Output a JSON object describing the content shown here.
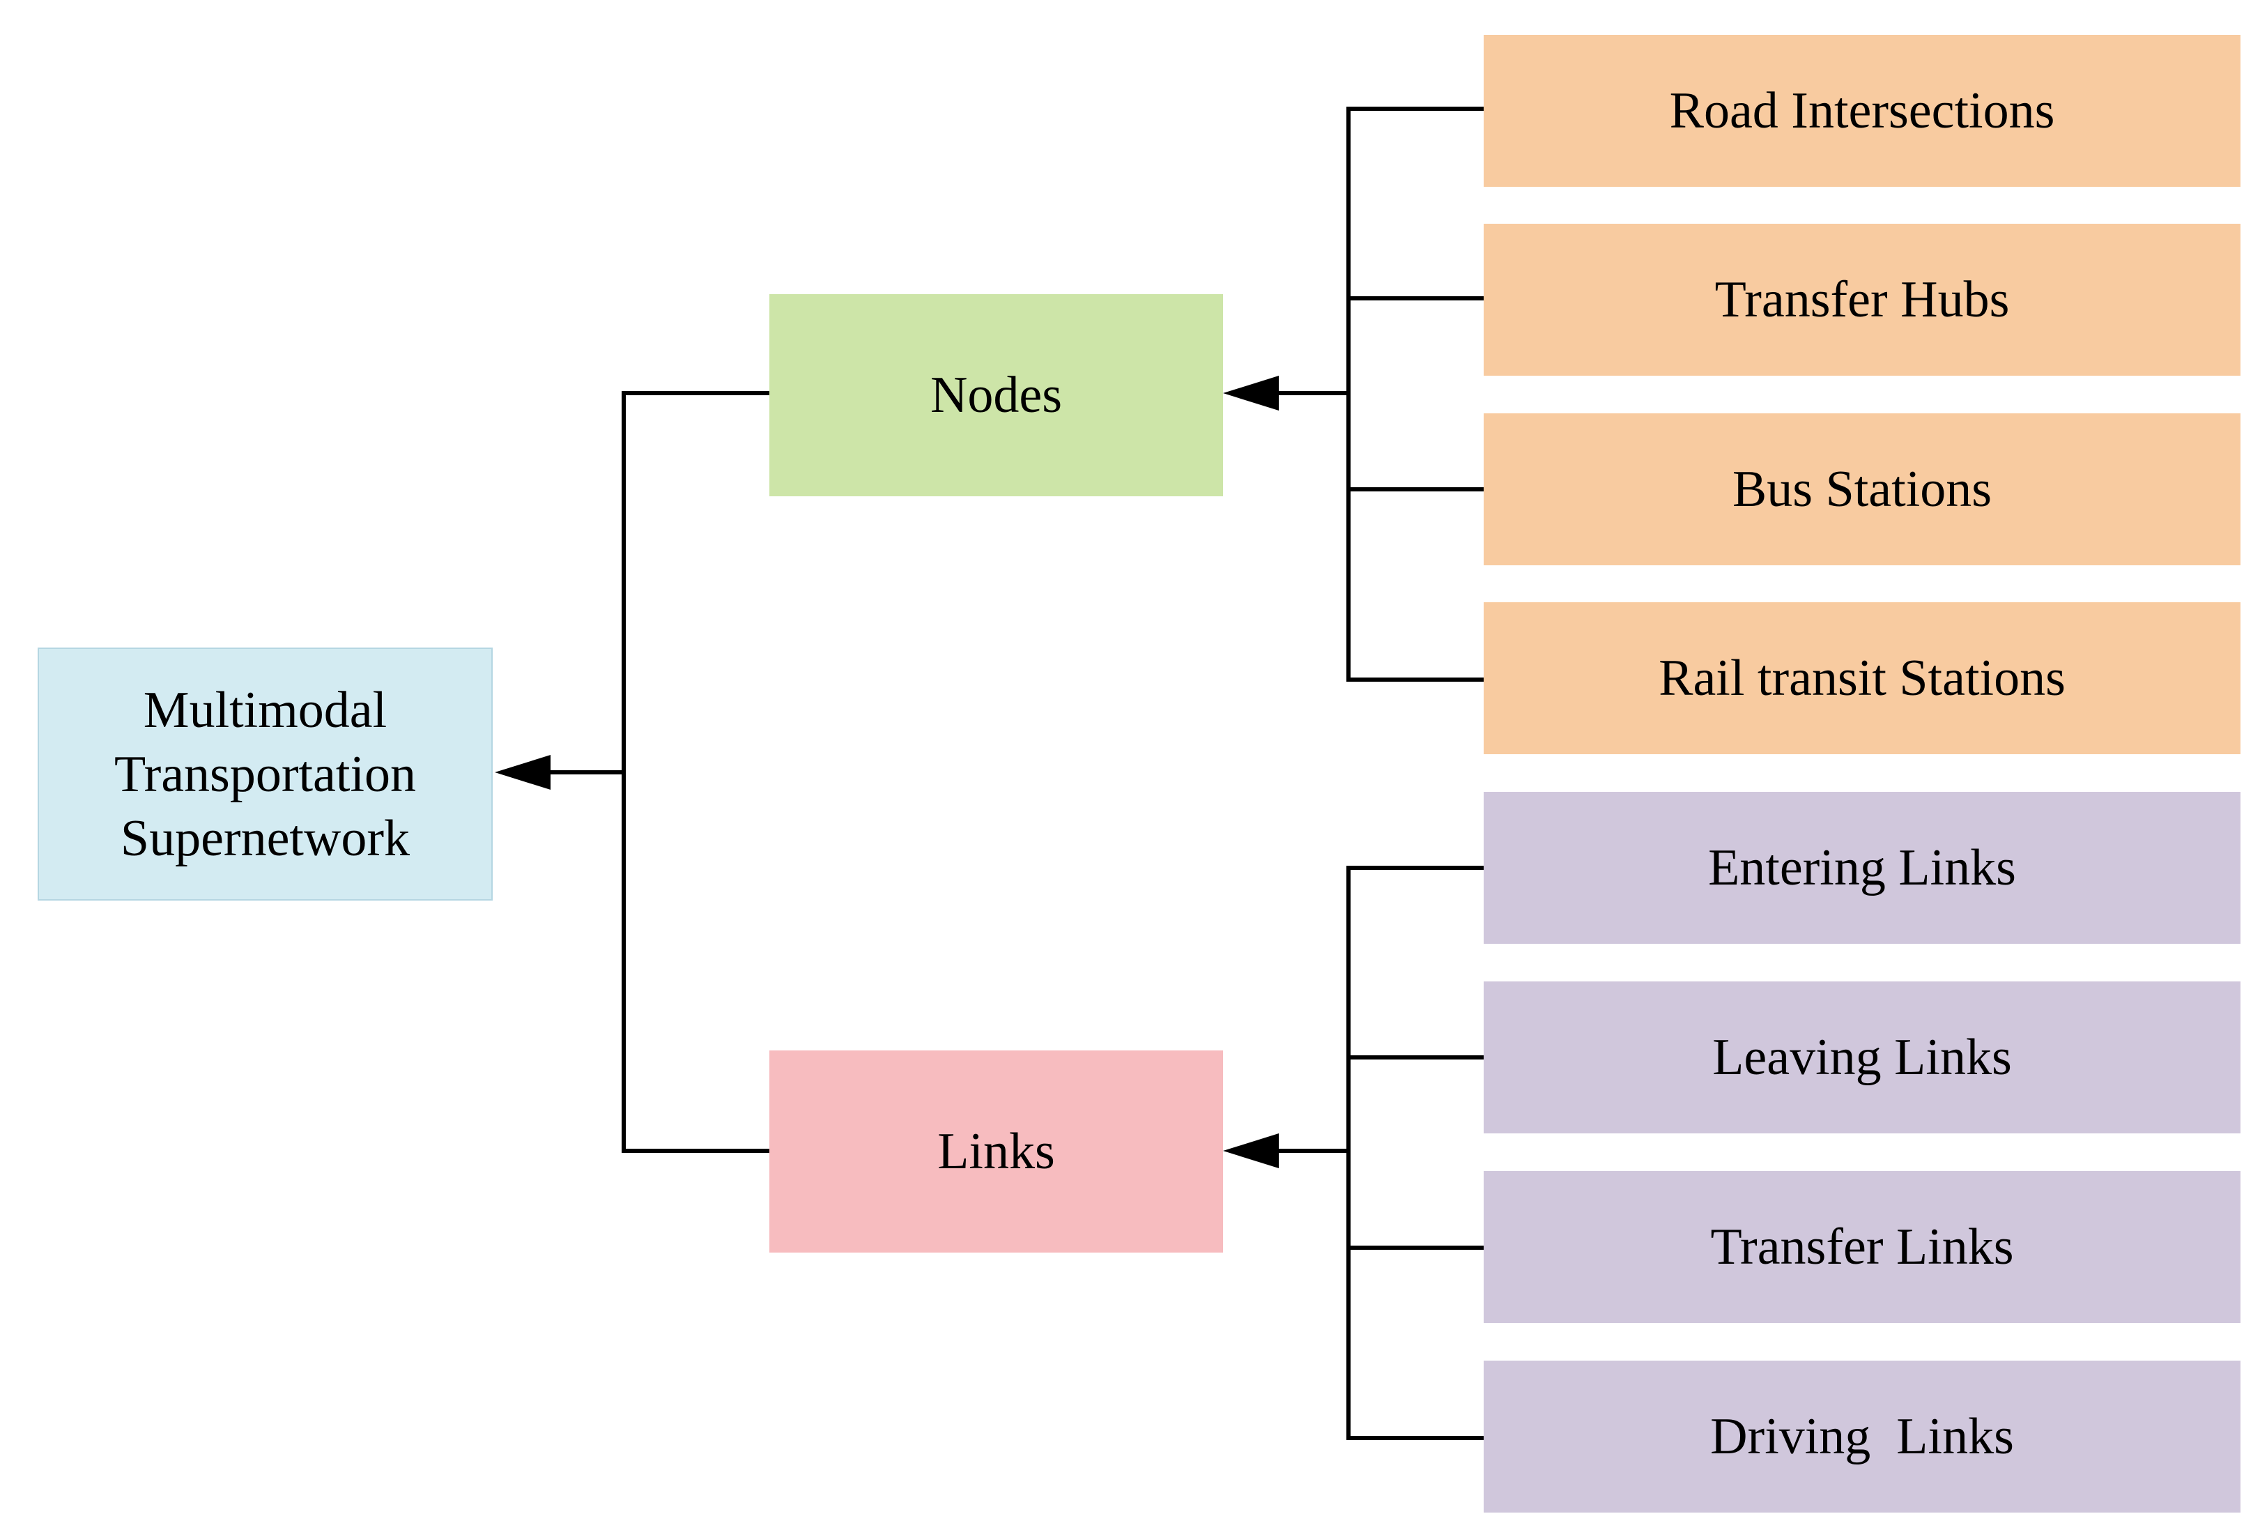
{
  "colors": {
    "root": "#d3ebf2",
    "nodes": "#cde5a8",
    "links": "#f7bcbf",
    "node_leaf": "#f8cba0",
    "link_leaf": "#d0c7dc",
    "connector": "#000000"
  },
  "diagram": {
    "root": {
      "lines": [
        "Multimodal",
        "Transportation",
        "Supernetwork"
      ]
    },
    "categories": [
      {
        "label": "Nodes",
        "children": [
          "Road Intersections",
          "Transfer Hubs",
          "Bus Stations",
          "Rail transit Stations"
        ]
      },
      {
        "label": "Links",
        "children": [
          "Entering Links",
          "Leaving Links",
          "Transfer Links",
          "Driving  Links"
        ]
      }
    ]
  }
}
